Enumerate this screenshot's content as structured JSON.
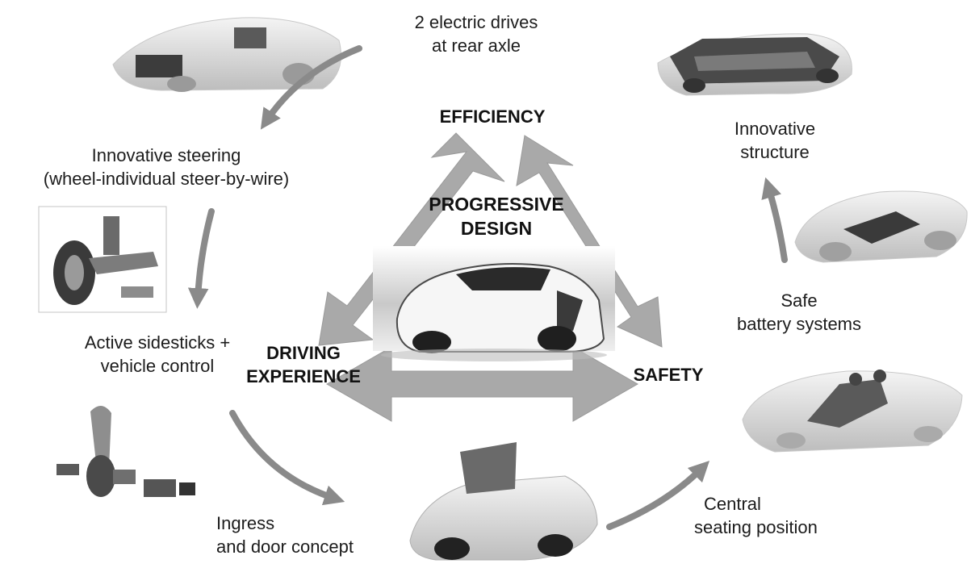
{
  "center": {
    "title_line1": "PROGRESSIVE",
    "title_line2": "DESIGN"
  },
  "corners": {
    "top": "EFFICIENCY",
    "left_line1": "DRIVING",
    "left_line2": "EXPERIENCE",
    "right": "SAFETY"
  },
  "features": {
    "electric_drives": [
      "2 electric drives",
      "at rear axle"
    ],
    "steering": [
      "Innovative steering",
      "(wheel-individual steer-by-wire)"
    ],
    "sidesticks": [
      "Active sidesticks +",
      "vehicle control"
    ],
    "ingress": [
      "Ingress",
      "and door concept"
    ],
    "seating": [
      "Central",
      "seating position"
    ],
    "battery": [
      "Safe",
      "battery systems"
    ],
    "structure": [
      "Innovative",
      "structure"
    ]
  },
  "colors": {
    "triangle_arrow": "#a9a9a9",
    "flow_arrow": "#8a8a8a",
    "car_body": "#e2e2e2",
    "car_detail": "#3a3a3a"
  },
  "icons": [
    "car-powertrain-image",
    "chassis-structure-image",
    "battery-car-image",
    "wheel-steering-image",
    "sidestick-image",
    "hero-car-image",
    "door-car-image",
    "seating-car-image"
  ]
}
